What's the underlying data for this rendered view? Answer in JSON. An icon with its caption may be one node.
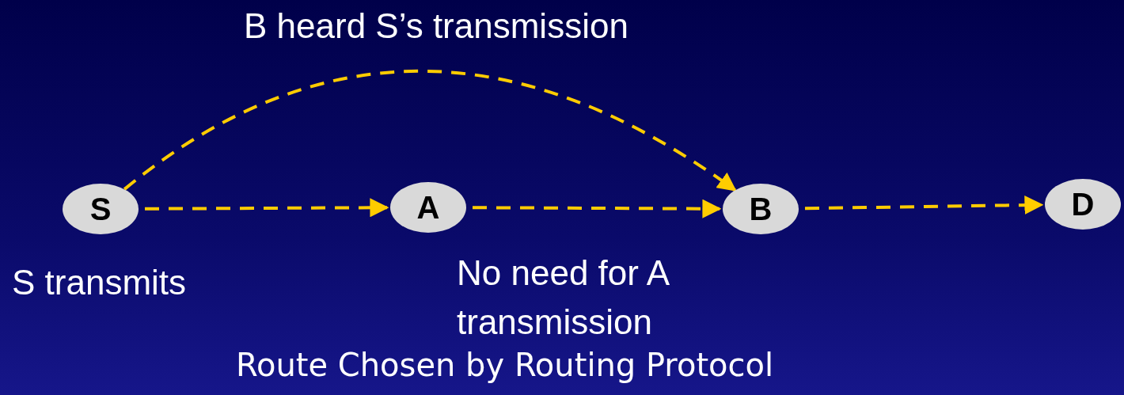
{
  "diagram": {
    "caption": "Route Chosen by Routing Protocol",
    "nodes": [
      {
        "text": [
          "S"
        ],
        "beside": [
          "S transmits"
        ]
      },
      {
        "text": [
          "A"
        ]
      },
      {
        "text": [
          "B"
        ]
      },
      {
        "text": [
          "D"
        ]
      }
    ],
    "edges": [
      {
        "from": 0,
        "to": 1,
        "arrow": "to",
        "style": "dashed"
      },
      {
        "from": 1,
        "to": 2,
        "arrow": "to",
        "style": "dashed"
      },
      {
        "from": 2,
        "to": 3,
        "arrow": "to",
        "style": "dashed"
      },
      {
        "from": 0,
        "to": 2,
        "arrow": "to",
        "style": "dashed"
      }
    ],
    "labels": [
      "B heard S’s transmission",
      "No need for A transmission"
    ]
  }
}
